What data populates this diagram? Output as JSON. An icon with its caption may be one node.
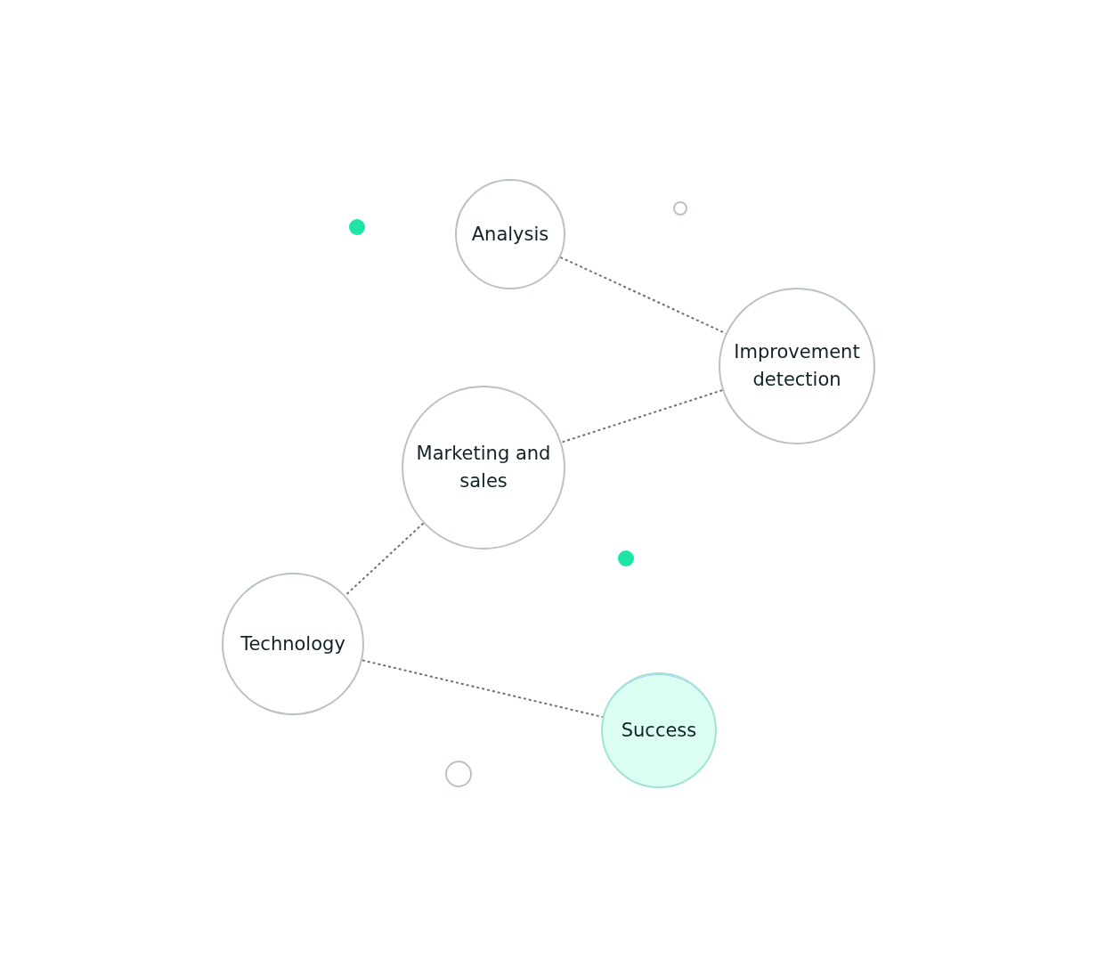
{
  "diagram": {
    "nodes": [
      {
        "text": [
          "Analysis"
        ]
      },
      {
        "text": [
          "Improvement detection"
        ]
      },
      {
        "text": [
          "Marketing and sales"
        ]
      },
      {
        "text": [
          "Technology"
        ]
      },
      {
        "text": [
          "Success"
        ]
      }
    ],
    "edges": [
      {
        "from": 0,
        "to": 1,
        "arrow": "none",
        "style": "dashed"
      },
      {
        "from": 1,
        "to": 2,
        "arrow": "none",
        "style": "dashed"
      },
      {
        "from": 2,
        "to": 3,
        "arrow": "none",
        "style": "dashed"
      },
      {
        "from": 3,
        "to": 4,
        "arrow": "none",
        "style": "dashed"
      }
    ]
  }
}
